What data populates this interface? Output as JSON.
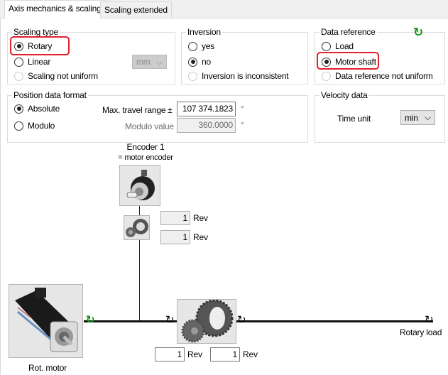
{
  "tabs": [
    {
      "label": "Axis mechanics & scaling",
      "active": true
    },
    {
      "label": "Scaling extended",
      "active": false
    }
  ],
  "scaling_type": {
    "title": "Scaling type",
    "options": [
      "Rotary",
      "Linear",
      "Scaling not uniform"
    ],
    "selected": "Rotary",
    "unit": "mm"
  },
  "inversion": {
    "title": "Inversion",
    "options": [
      "yes",
      "no",
      "Inversion is inconsistent"
    ],
    "selected": "no"
  },
  "data_reference": {
    "title": "Data reference",
    "options": [
      "Load",
      "Motor shaft",
      "Data reference not uniform"
    ],
    "selected": "Motor shaft"
  },
  "position_format": {
    "title": "Position data format",
    "options": [
      "Absolute",
      "Modulo"
    ],
    "selected": "Absolute",
    "max_travel_label": "Max. travel range",
    "plusminus": "±",
    "max_travel_value": "107 374.1823",
    "unit_mark": "°",
    "modulo_label": "Modulo value",
    "modulo_value": "360.0000"
  },
  "velocity": {
    "title": "Velocity data",
    "time_unit_label": "Time unit",
    "time_unit": "min"
  },
  "diagram": {
    "encoder_title": "Encoder 1",
    "encoder_subtitle": "= motor encoder",
    "enc_gear_in": "1",
    "enc_gear_out": "1",
    "gear_in": "1",
    "gear_out": "1",
    "rev": "Rev",
    "motor_label": "Rot. motor",
    "load_label": "Rotary load"
  },
  "colors": {
    "highlight": "#e0202a",
    "refresh": "#1a9a1a"
  }
}
